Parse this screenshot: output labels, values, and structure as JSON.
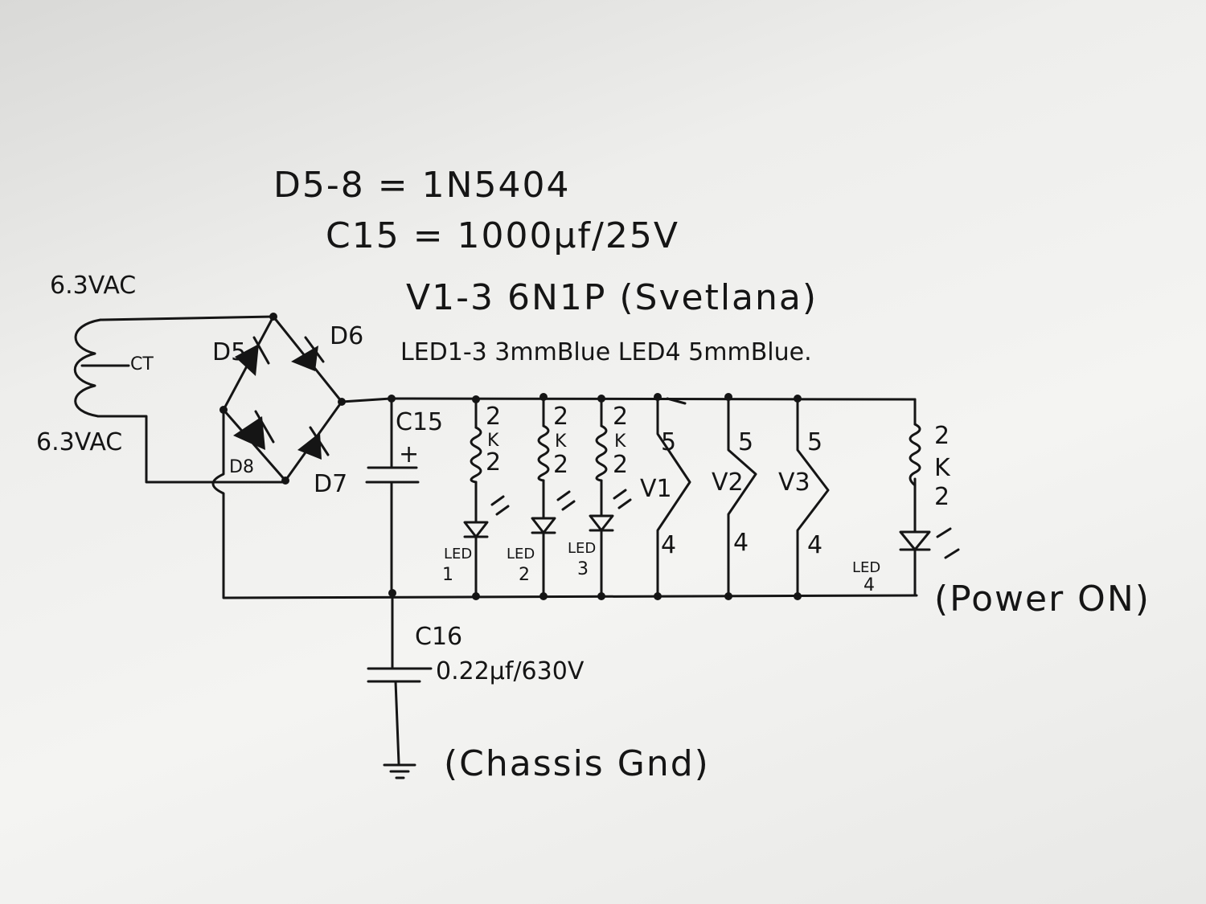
{
  "notes": {
    "diodes": "D5-8 = 1N5404",
    "c15": "C15 = 1000µf/25V",
    "valves": "V1-3 6N1P (Svetlana)",
    "leds": "LED1-3   3mmBlue   LED4  5mmBlue."
  },
  "transformer": {
    "top_label": "6.3VAC",
    "center_tap": "CT",
    "bottom_label": "6.3VAC"
  },
  "bridge": {
    "d5": "D5",
    "d6": "D6",
    "d7": "D7",
    "d8": "D8"
  },
  "c15_label": "C15",
  "c15_polarity": "+",
  "resistor_digits": [
    "2",
    "K",
    "2"
  ],
  "leds": [
    "LED",
    "LED",
    "LED",
    "LED"
  ],
  "led_numbers": [
    "1",
    "2",
    "3",
    "4"
  ],
  "valves": [
    {
      "name": "V1",
      "pin_top": "5",
      "pin_bottom": "4"
    },
    {
      "name": "V2",
      "pin_top": "5",
      "pin_bottom": "4"
    },
    {
      "name": "V3",
      "pin_top": "5",
      "pin_bottom": "4"
    }
  ],
  "power_on": "(Power ON)",
  "c16": {
    "name": "C16",
    "value": "0.22µf/630V"
  },
  "ground_label": "(Chassis Gnd)",
  "colors": {
    "ink": "#151515",
    "paper": "#f2f2f0"
  }
}
